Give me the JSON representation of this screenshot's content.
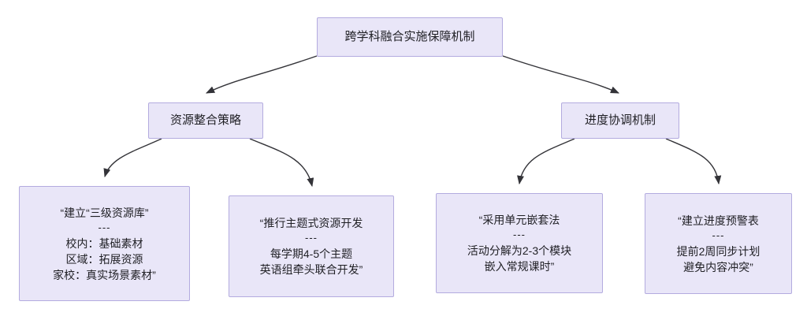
{
  "diagram": {
    "title_node": {
      "id": "root",
      "label": "跨学科融合实施保障机制",
      "lines": [
        "跨学科融合实施保障机制"
      ]
    },
    "branches": [
      {
        "id": "branch-resource",
        "label": "资源整合策略",
        "lines": [
          "资源整合策略"
        ]
      },
      {
        "id": "branch-progress",
        "label": "进度协调机制",
        "lines": [
          "进度协调机制"
        ]
      }
    ],
    "leaves": [
      {
        "id": "leaf-resource-library",
        "lines": [
          "“建立“三级资源库”",
          "---",
          "校内：基础素材",
          "区域：拓展资源",
          "家校：真实场景素材”"
        ]
      },
      {
        "id": "leaf-theme-development",
        "lines": [
          "“推行主题式资源开发",
          "---",
          "每学期4-5个主题",
          "英语组牵头联合开发”"
        ]
      },
      {
        "id": "leaf-unit-nesting",
        "lines": [
          "“采用单元嵌套法",
          "---",
          "活动分解为2-3个模块",
          "嵌入常规课时”"
        ]
      },
      {
        "id": "leaf-progress-alert",
        "lines": [
          "“建立进度预警表",
          "---",
          "提前2周同步计划",
          "避免内容冲突”"
        ]
      }
    ],
    "colors": {
      "node_fill": "#e9e6f8",
      "node_border": "#b3abdf",
      "edge_stroke": "#333338",
      "text": "#1f1f24",
      "background": "#ffffff"
    },
    "edges": [
      {
        "id": "edge-root-to-resource",
        "from": "root",
        "to": "branch-resource"
      },
      {
        "id": "edge-root-to-progress",
        "from": "root",
        "to": "branch-progress"
      },
      {
        "id": "edge-resource-to-library",
        "from": "branch-resource",
        "to": "leaf-resource-library"
      },
      {
        "id": "edge-resource-to-theme",
        "from": "branch-resource",
        "to": "leaf-theme-development"
      },
      {
        "id": "edge-progress-to-nesting",
        "from": "branch-progress",
        "to": "leaf-unit-nesting"
      },
      {
        "id": "edge-progress-to-alert",
        "from": "branch-progress",
        "to": "leaf-progress-alert"
      }
    ]
  }
}
